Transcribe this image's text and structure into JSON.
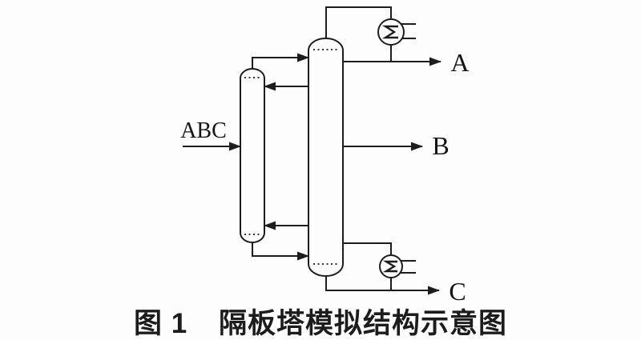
{
  "figure": {
    "caption_number": "图 1",
    "caption_title": "隔板塔模拟结构示意图"
  },
  "labels": {
    "feed": "ABC",
    "product_top": "A",
    "product_side": "B",
    "product_bottom": "C"
  },
  "icons": {
    "condenser": "heat-exchanger-circle-sigma-icon",
    "reboiler": "heat-exchanger-circle-sigma-icon",
    "exchanger_glyph": "Σ"
  },
  "colors": {
    "background": "#fdfdfd",
    "line": "#1d1d1d",
    "text": "#141414"
  }
}
